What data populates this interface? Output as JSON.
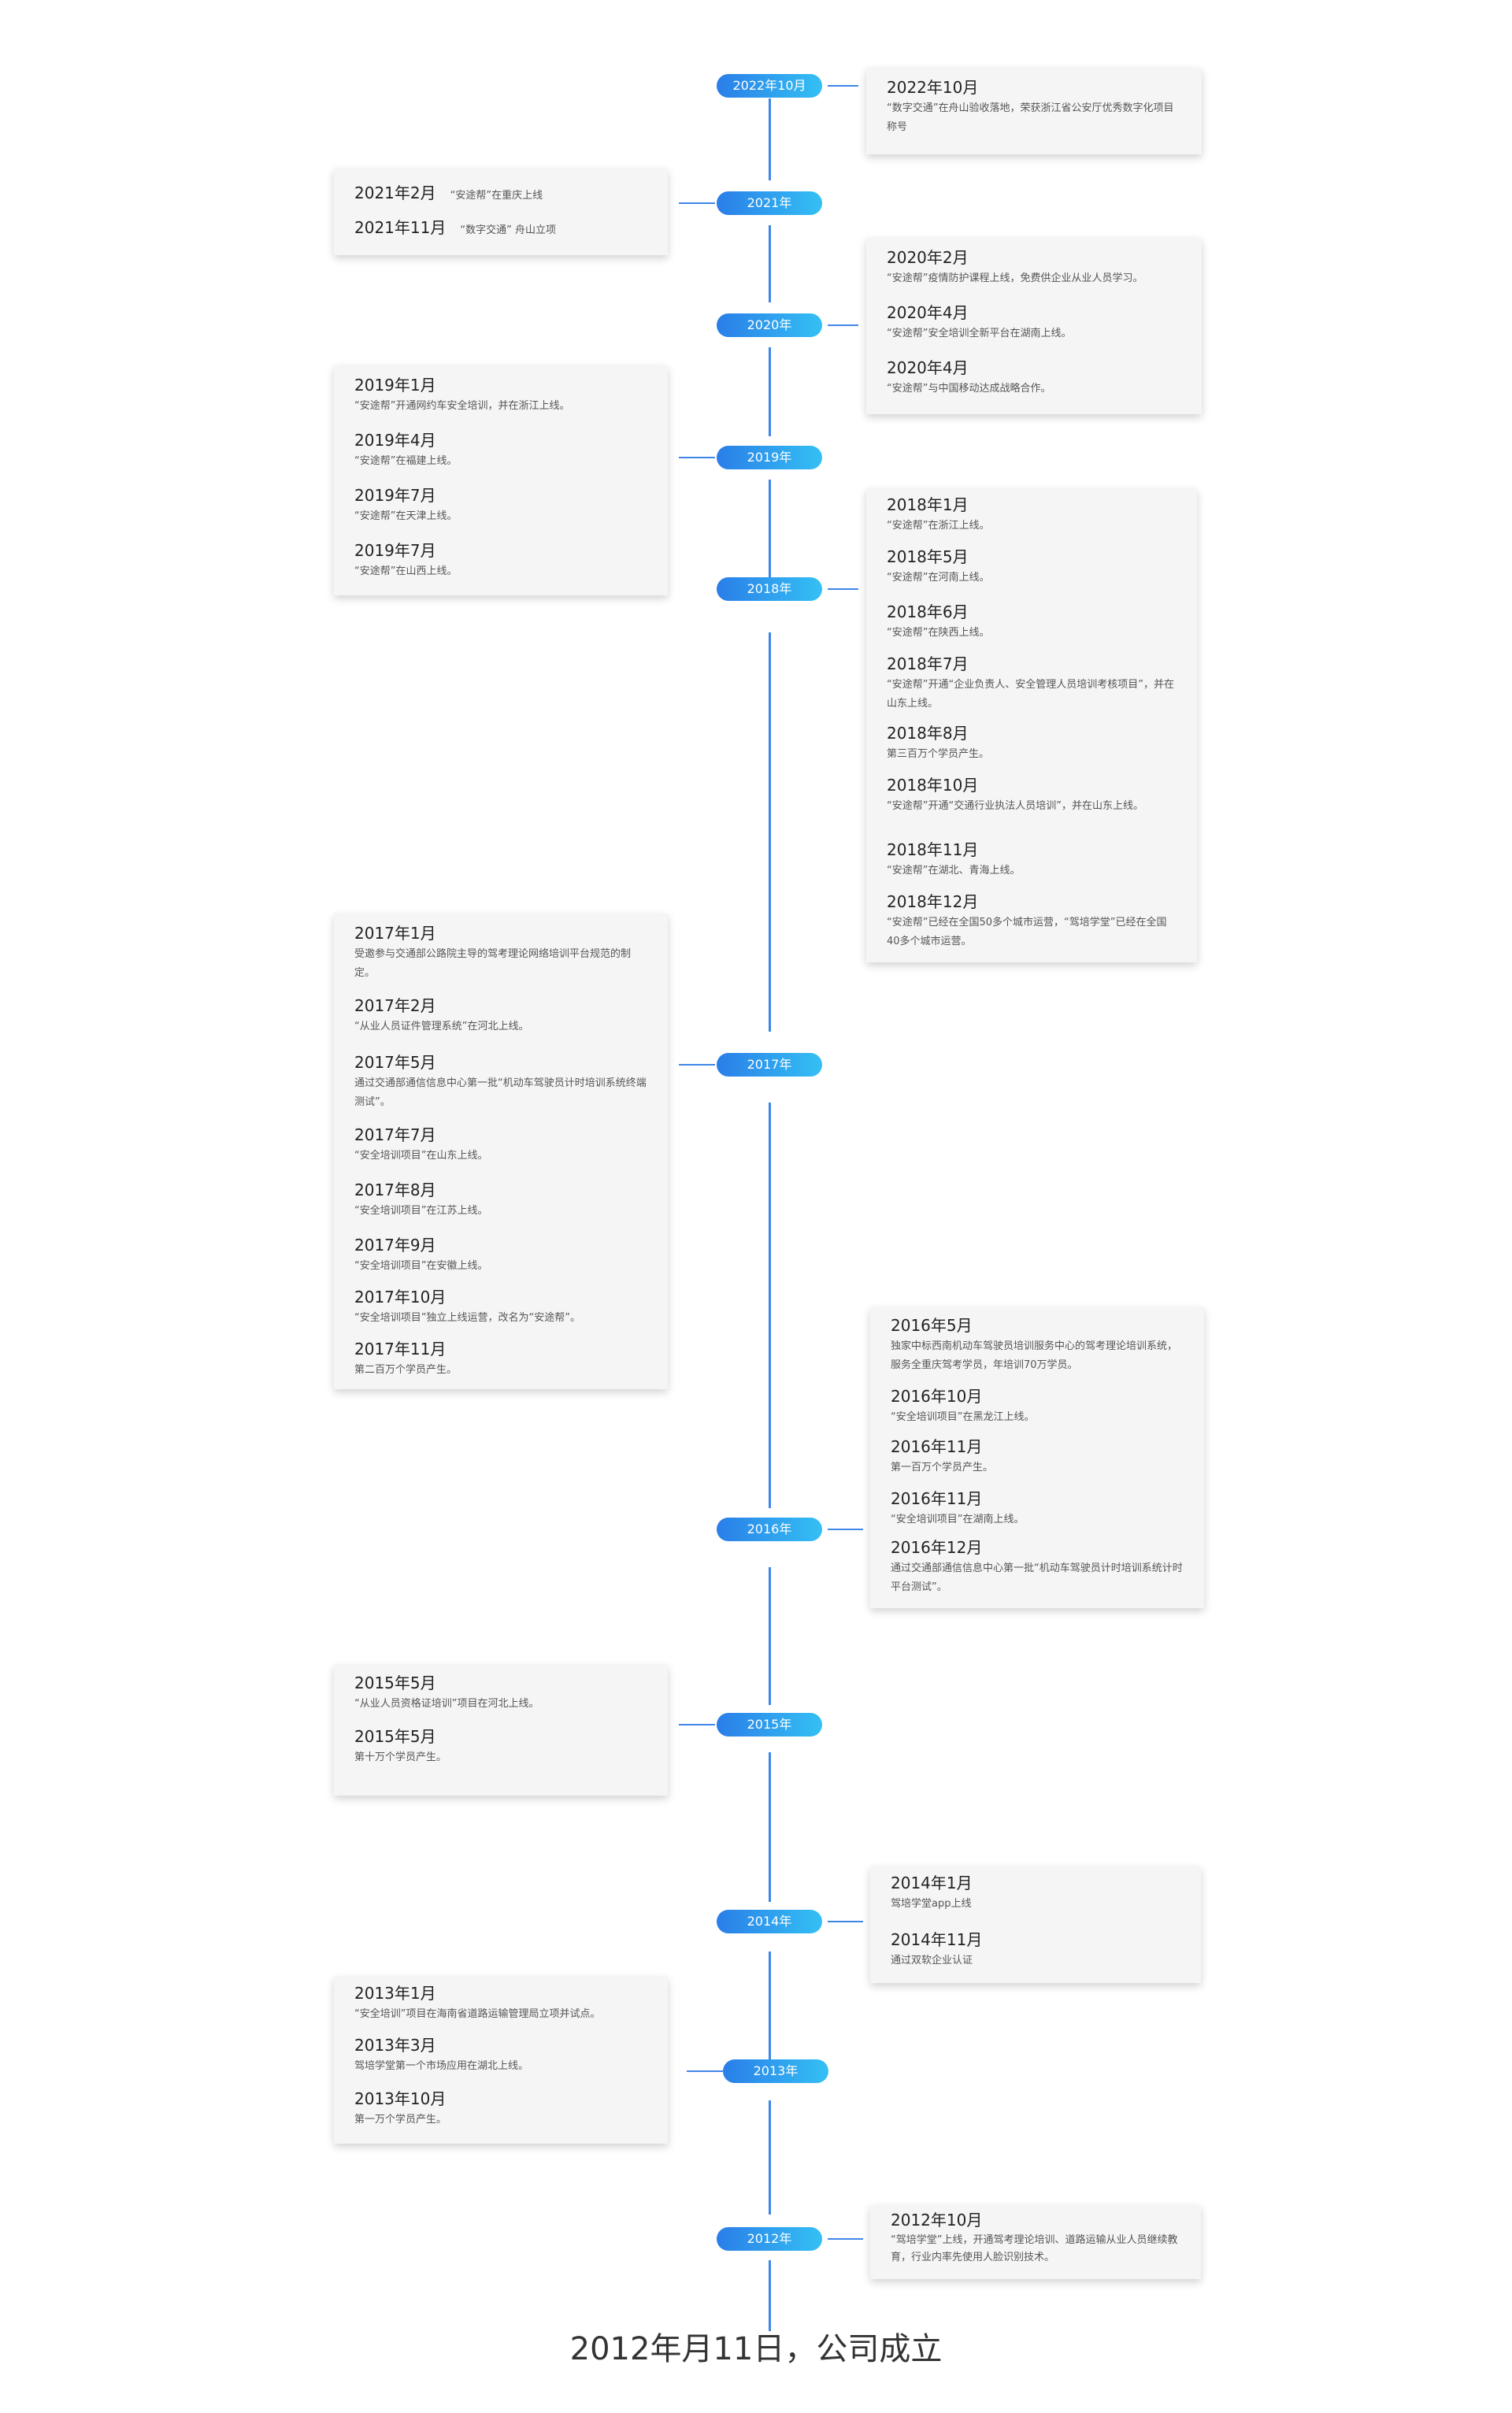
{
  "footer": "2012年月11日，公司成立",
  "colors": {
    "line": "#3f86e8",
    "pill_start": "#2a7ee8",
    "pill_end": "#34c0f4",
    "card_bg": "#f5f5f5"
  },
  "years": [
    {
      "pill": "2022年10月",
      "items": [
        {
          "title": "2022年10月",
          "desc": "“数字交通”在舟山验收落地，荣获浙江省公安厅优秀数字化项目称号"
        }
      ]
    },
    {
      "pill": "2021年",
      "items": [
        {
          "title": "2021年2月",
          "desc": "“安途帮”在重庆上线"
        },
        {
          "title": "2021年11月",
          "desc": "“数字交通” 舟山立项"
        }
      ]
    },
    {
      "pill": "2020年",
      "items": [
        {
          "title": "2020年2月",
          "desc": "“安途帮”疫情防护课程上线，免费供企业从业人员学习。"
        },
        {
          "title": "2020年4月",
          "desc": "“安途帮”安全培训全新平台在湖南上线。"
        },
        {
          "title": "2020年4月",
          "desc": "“安途帮”与中国移动达成战略合作。"
        }
      ]
    },
    {
      "pill": "2019年",
      "items": [
        {
          "title": "2019年1月",
          "desc": "“安途帮”开通网约车安全培训，并在浙江上线。"
        },
        {
          "title": "2019年4月",
          "desc": "“安途帮”在福建上线。"
        },
        {
          "title": "2019年7月",
          "desc": "“安途帮”在天津上线。"
        },
        {
          "title": "2019年7月",
          "desc": "“安途帮”在山西上线。"
        }
      ]
    },
    {
      "pill": "2018年",
      "items": [
        {
          "title": "2018年1月",
          "desc": "“安途帮”在浙江上线。"
        },
        {
          "title": "2018年5月",
          "desc": "“安途帮”在河南上线。"
        },
        {
          "title": "2018年6月",
          "desc": "“安途帮”在陕西上线。"
        },
        {
          "title": "2018年7月",
          "desc": "“安途帮”开通“企业负责人、安全管理人员培训考核项目”，并在山东上线。"
        },
        {
          "title": "2018年8月",
          "desc": "第三百万个学员产生。"
        },
        {
          "title": "2018年10月",
          "desc": "“安途帮”开通“交通行业执法人员培训”，并在山东上线。"
        },
        {
          "title": "2018年11月",
          "desc": "“安途帮”在湖北、青海上线。"
        },
        {
          "title": "2018年12月",
          "desc": "“安途帮”已经在全国50多个城市运营，“驾培学堂”已经在全国40多个城市运营。"
        }
      ]
    },
    {
      "pill": "2017年",
      "items": [
        {
          "title": "2017年1月",
          "desc": "受邀参与交通部公路院主导的驾考理论网络培训平台规范的制定。"
        },
        {
          "title": "2017年2月",
          "desc": "“从业人员证件管理系统”在河北上线。"
        },
        {
          "title": "2017年5月",
          "desc": "通过交通部通信信息中心第一批“机动车驾驶员计时培训系统终端测试”。"
        },
        {
          "title": "2017年7月",
          "desc": "“安全培训项目”在山东上线。"
        },
        {
          "title": "2017年8月",
          "desc": "“安全培训项目”在江苏上线。"
        },
        {
          "title": "2017年9月",
          "desc": "“安全培训项目”在安徽上线。"
        },
        {
          "title": "2017年10月",
          "desc": "“安全培训项目”独立上线运营，改名为“安途帮”。"
        },
        {
          "title": "2017年11月",
          "desc": "第二百万个学员产生。"
        }
      ]
    },
    {
      "pill": "2016年",
      "items": [
        {
          "title": "2016年5月",
          "desc": "独家中标西南机动车驾驶员培训服务中心的驾考理论培训系统，服务全重庆驾考学员，年培训70万学员。"
        },
        {
          "title": "2016年10月",
          "desc": "“安全培训项目”在黑龙江上线。"
        },
        {
          "title": "2016年11月",
          "desc": "第一百万个学员产生。"
        },
        {
          "title": "2016年11月",
          "desc": "“安全培训项目”在湖南上线。"
        },
        {
          "title": "2016年12月",
          "desc": "通过交通部通信信息中心第一批“机动车驾驶员计时培训系统计时平台测试”。"
        }
      ]
    },
    {
      "pill": "2015年",
      "items": [
        {
          "title": "2015年5月",
          "desc": "“从业人员资格证培训”项目在河北上线。"
        },
        {
          "title": "2015年5月",
          "desc": "第十万个学员产生。"
        }
      ]
    },
    {
      "pill": "2014年",
      "items": [
        {
          "title": "2014年1月",
          "desc": "驾培学堂app上线"
        },
        {
          "title": "2014年11月",
          "desc": "通过双软企业认证"
        }
      ]
    },
    {
      "pill": "2013年",
      "items": [
        {
          "title": "2013年1月",
          "desc": "“安全培训”项目在海南省道路运输管理局立项并试点。"
        },
        {
          "title": "2013年3月",
          "desc": "驾培学堂第一个市场应用在湖北上线。"
        },
        {
          "title": "2013年10月",
          "desc": "第一万个学员产生。"
        }
      ]
    },
    {
      "pill": "2012年",
      "items": [
        {
          "title": "2012年10月",
          "desc": "“驾培学堂”上线，开通驾考理论培训、道路运输从业人员继续教育，行业内率先使用人脸识别技术。"
        }
      ]
    }
  ]
}
